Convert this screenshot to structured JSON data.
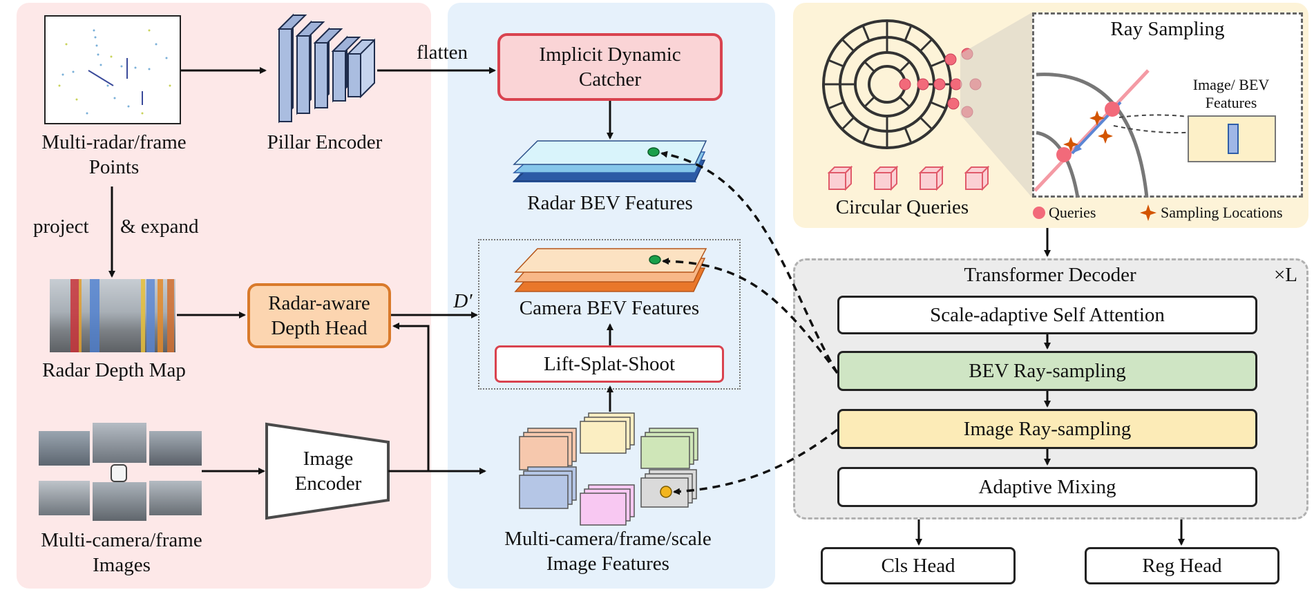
{
  "panels": {
    "left": {
      "radar_points_label": "Multi-radar/frame\nPoints",
      "pillar_encoder_label": "Pillar Encoder",
      "flatten_label": "flatten",
      "project_label": "project",
      "expand_label": "& expand",
      "radar_depth_map_label": "Radar Depth Map",
      "depth_head_label": "Radar-aware\nDepth Head",
      "depth_symbol": "D′",
      "image_encoder_label": "Image\nEncoder",
      "camera_images_label": "Multi-camera/frame\nImages"
    },
    "middle": {
      "implicit_catcher_label": "Implicit Dynamic\nCatcher",
      "radar_bev_label": "Radar BEV Features",
      "camera_bev_label": "Camera BEV Features",
      "lss_label": "Lift-Splat-Shoot",
      "image_features_label": "Multi-camera/frame/scale\nImage Features"
    },
    "right": {
      "circular_queries_label": "Circular Queries",
      "ray_sampling_title": "Ray Sampling",
      "image_bev_features_label": "Image/ BEV\nFeatures",
      "legend_queries": "Queries",
      "legend_sampling": "Sampling Locations",
      "decoder_title": "Transformer Decoder",
      "repeat_label": "×L",
      "layers": [
        "Scale-adaptive Self Attention",
        "BEV Ray-sampling",
        "Image Ray-sampling",
        "Adaptive Mixing"
      ],
      "cls_head": "Cls Head",
      "reg_head": "Reg Head"
    }
  },
  "colors": {
    "left_panel": "#fde8e8",
    "middle_panel": "#e6f1fb",
    "right_panel": "#fdf3d8",
    "decoder_panel": "#ececec",
    "catcher_fill": "#fad4d6",
    "catcher_border": "#d9434f",
    "depth_head_fill": "#fcd5b0",
    "depth_head_border": "#d97a2b",
    "bev_layer": "#cfe5c4",
    "img_layer": "#fcebb7",
    "query_pink": "#f26a7a",
    "star_orange": "#d35400"
  }
}
